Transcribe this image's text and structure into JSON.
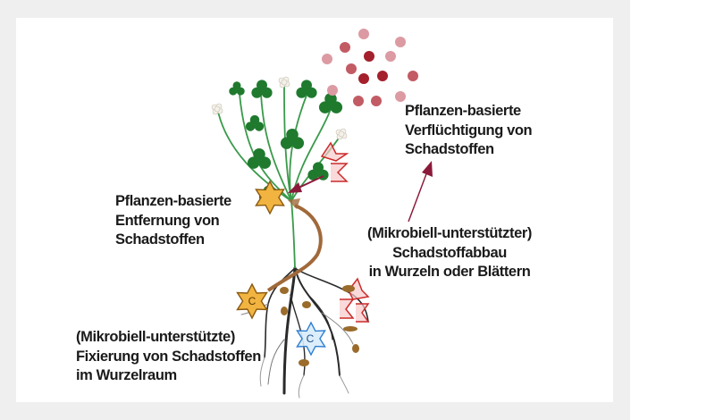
{
  "labels": {
    "volatilization": [
      "Pflanzen-basierte",
      "Verflüchtigung von",
      "Schadstoffen"
    ],
    "removal": [
      "Pflanzen-basierte",
      "Entfernung von",
      "Schadstoffen"
    ],
    "degradation": [
      "(Mikrobiell-unterstützter)",
      "Schadstoffabbau",
      "in Wurzeln oder Blättern"
    ],
    "fixation": [
      "(Mikrobiell-unterstützte)",
      "Fixierung von Schadstoffen",
      "im Wurzelraum"
    ]
  },
  "stars": {
    "root_orange": "C",
    "root_blue": "C"
  },
  "colors": {
    "leaf": "#1f7a2e",
    "stem": "#3a9a4a",
    "root": "#2a2a2a",
    "arrow": "#8b1a3a",
    "pollutant_dark": "#a3202c",
    "pollutant_mid": "#c25b64",
    "pollutant_light": "#dc9aa2",
    "star_orange": "#f2b441",
    "star_blue": "#2f7fd0",
    "sigma_red": "#cc2a2a",
    "tube": "#a0693a"
  }
}
